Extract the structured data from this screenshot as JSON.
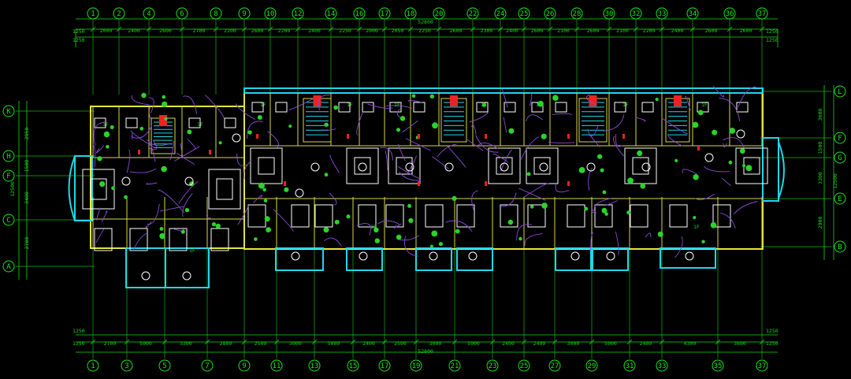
{
  "drawing": {
    "overall_width_top": "52800",
    "overall_width_bottom": "52800",
    "overall_depth_left": "12500",
    "overall_depth_right": "12500",
    "offset_marks": [
      "1250",
      "1250",
      "1250",
      "1250",
      "1250",
      "1250",
      "1250",
      "1250"
    ]
  },
  "top_axes": [
    "1",
    "2",
    "4",
    "6",
    "8",
    "9",
    "10",
    "12",
    "14",
    "16",
    "17",
    "18",
    "20",
    "22",
    "24",
    "25",
    "26",
    "28",
    "30",
    "32",
    "33",
    "34",
    "36",
    "37"
  ],
  "top_dims": [
    "2000",
    "2400",
    "2600",
    "2700",
    "2200",
    "2600",
    "2200",
    "2400",
    "2250",
    "2000",
    "2050",
    "2250",
    "2600",
    "2300",
    "2400",
    "2600",
    "2100",
    "2600",
    "2100",
    "2200",
    "2400",
    "2600",
    "2600"
  ],
  "bottom_axes": [
    "1",
    "3",
    "5",
    "7",
    "9",
    "11",
    "13",
    "15",
    "17",
    "19",
    "21",
    "23",
    "25",
    "27",
    "29",
    "31",
    "33",
    "35",
    "37"
  ],
  "bottom_dims": [
    "2700",
    "5000",
    "3300",
    "2800",
    "2500",
    "3000",
    "5000",
    "2400",
    "2500",
    "3000",
    "5000",
    "2400",
    "2400",
    "3000",
    "5000",
    "2400",
    "4300",
    "3600"
  ],
  "left_axes": [
    "K",
    "H",
    "F",
    "C",
    "A"
  ],
  "left_dims": [
    "2950",
    "1500",
    "3400",
    "2700"
  ],
  "right_axes": [
    "L",
    "F",
    "G",
    "E",
    "B"
  ],
  "right_dims": [
    "3600",
    "1500",
    "3300",
    "2900"
  ],
  "room_tags": [
    "1F",
    "1F",
    "1F",
    "1F",
    "1F",
    "1F",
    "1F",
    "1F",
    "1F",
    "1F",
    "1F",
    "1F"
  ]
}
